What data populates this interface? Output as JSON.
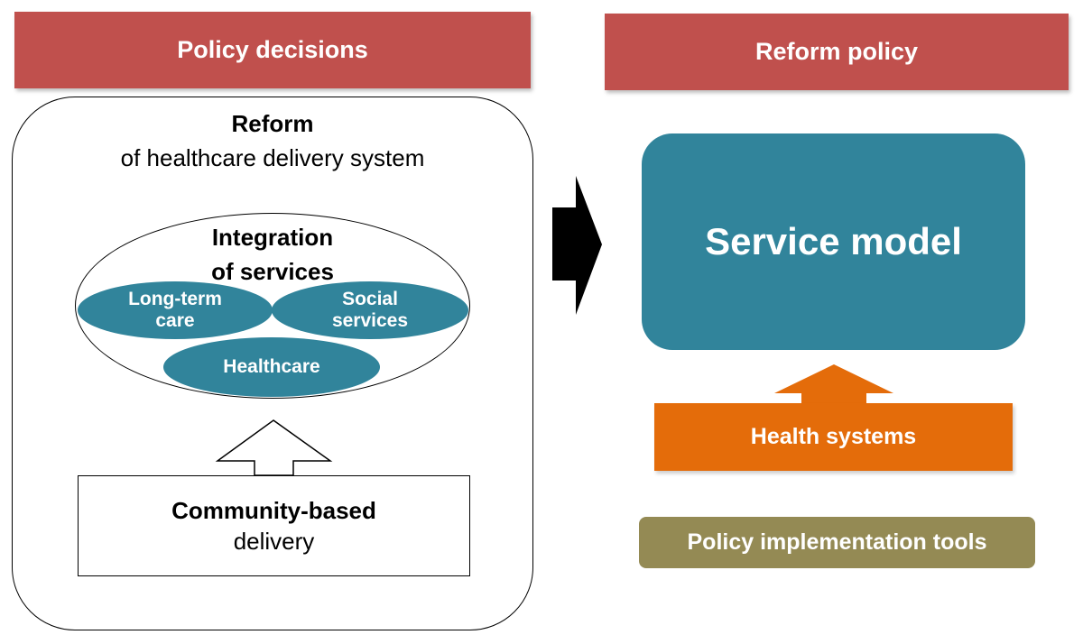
{
  "left_panel": {
    "header": "Policy decisions",
    "reform_title": "Reform",
    "reform_subtitle": "of healthcare delivery system",
    "integration_title": "Integration",
    "integration_title_2": "of services",
    "services": {
      "long_term_care_1": "Long-term",
      "long_term_care_2": "care",
      "social_services_1": "Social",
      "social_services_2": "services",
      "healthcare": "Healthcare"
    },
    "community_title": "Community-based",
    "community_subtitle": "delivery"
  },
  "right_panel": {
    "header": "Reform policy",
    "service_model": "Service model",
    "health_systems": "Health systems",
    "policy_tools": "Policy implementation tools"
  },
  "colors": {
    "header_red": "#c0504d",
    "teal": "#31849b",
    "orange": "#e46c0a",
    "olive": "#948a54",
    "arrow_black": "#000000"
  }
}
